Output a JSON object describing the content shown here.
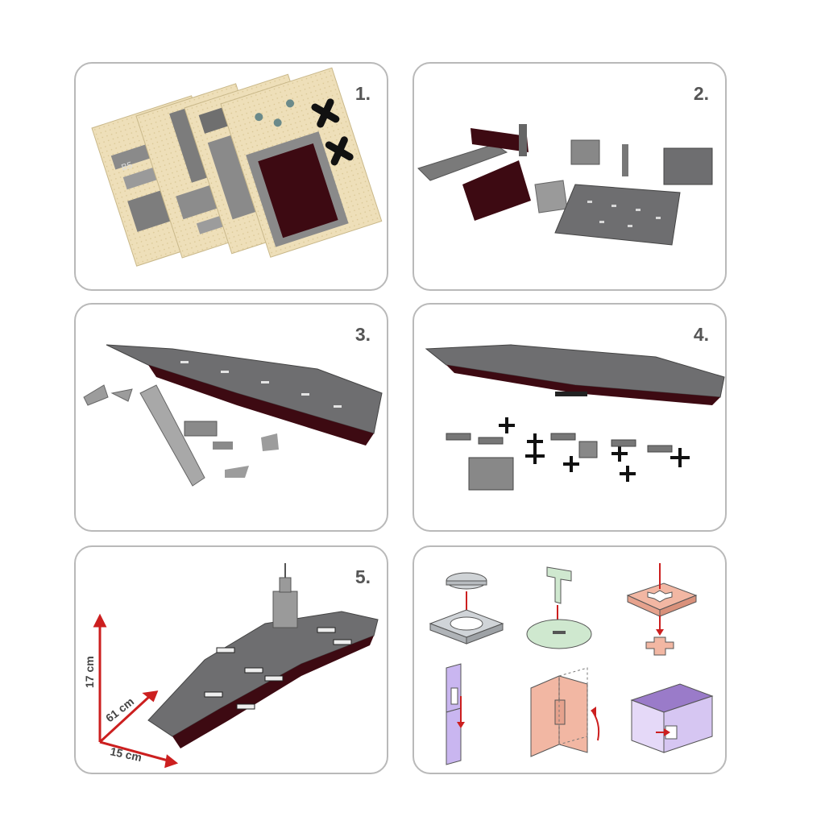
{
  "steps": [
    {
      "number": "1."
    },
    {
      "number": "2."
    },
    {
      "number": "3."
    },
    {
      "number": "4."
    },
    {
      "number": "5."
    }
  ],
  "sheet_label": "B5",
  "dimensions": {
    "height": "17 cm",
    "length": "61 cm",
    "width": "15 cm"
  },
  "colors": {
    "panel_border": "#b9b9b9",
    "cardboard": "#eedfb9",
    "deck_gray": "#6e6e70",
    "hull_maroon": "#3d0a12",
    "arrow_red": "#cc1f1f",
    "tab_green": "#cfe8cf",
    "tab_pink": "#f2b7a3",
    "tab_purple": "#c9b6f0"
  }
}
